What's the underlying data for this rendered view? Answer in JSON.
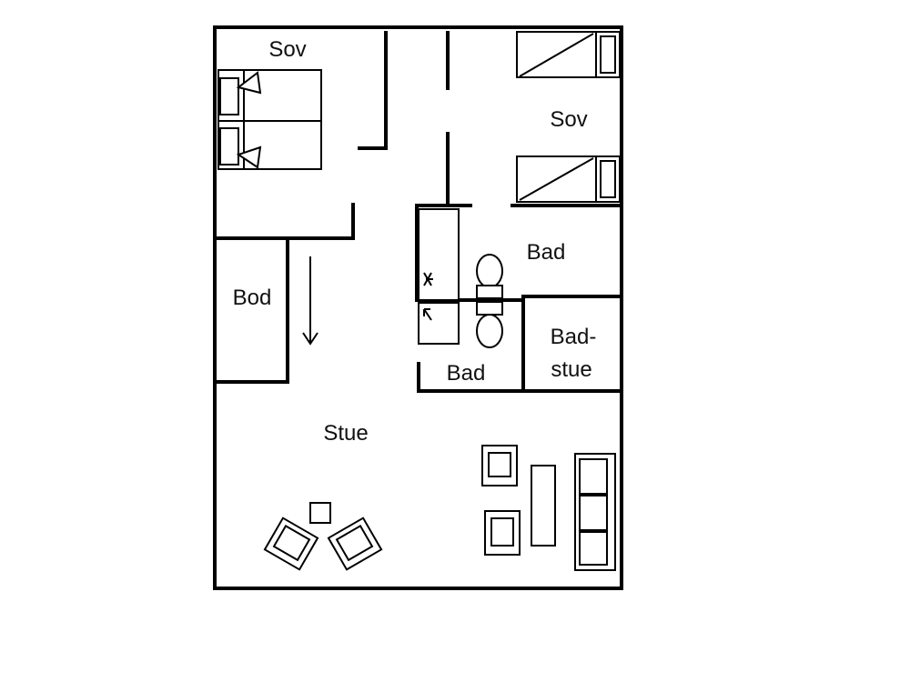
{
  "floorplan": {
    "rooms": {
      "sov_left": "Sov",
      "sov_right": "Sov",
      "bad_upper": "Bad",
      "bod": "Bod",
      "bad_lower": "Bad",
      "badstue_line1": "Bad-",
      "badstue_line2": "stue",
      "stue": "Stue"
    },
    "colors": {
      "line": "#000000",
      "background": "#ffffff"
    }
  }
}
